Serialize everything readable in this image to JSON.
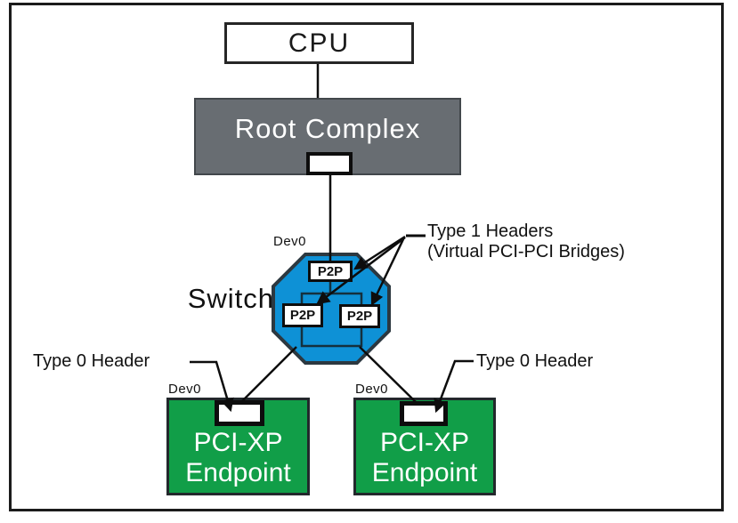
{
  "figure": {
    "cpu_label": "CPU",
    "root_complex_label": "Root Complex",
    "switch": {
      "label": "Switch",
      "dev_label": "Dev0",
      "bridges": [
        "P2P",
        "P2P",
        "P2P"
      ]
    },
    "annotations": {
      "type1_header_line1": "Type 1 Headers",
      "type1_header_line2": "(Virtual PCI-PCI Bridges)",
      "type0_header_left": "Type 0 Header",
      "type0_header_right": "Type 0 Header"
    },
    "endpoints": [
      {
        "dev_label": "Dev0",
        "name_line1": "PCI-XP",
        "name_line2": "Endpoint"
      },
      {
        "dev_label": "Dev0",
        "name_line1": "PCI-XP",
        "name_line2": "Endpoint"
      }
    ],
    "colors": {
      "root_complex_fill": "#686d72",
      "switch_fill": "#0e91d6",
      "endpoint_fill": "#119e48",
      "line_color": "#0d0d0d"
    }
  }
}
